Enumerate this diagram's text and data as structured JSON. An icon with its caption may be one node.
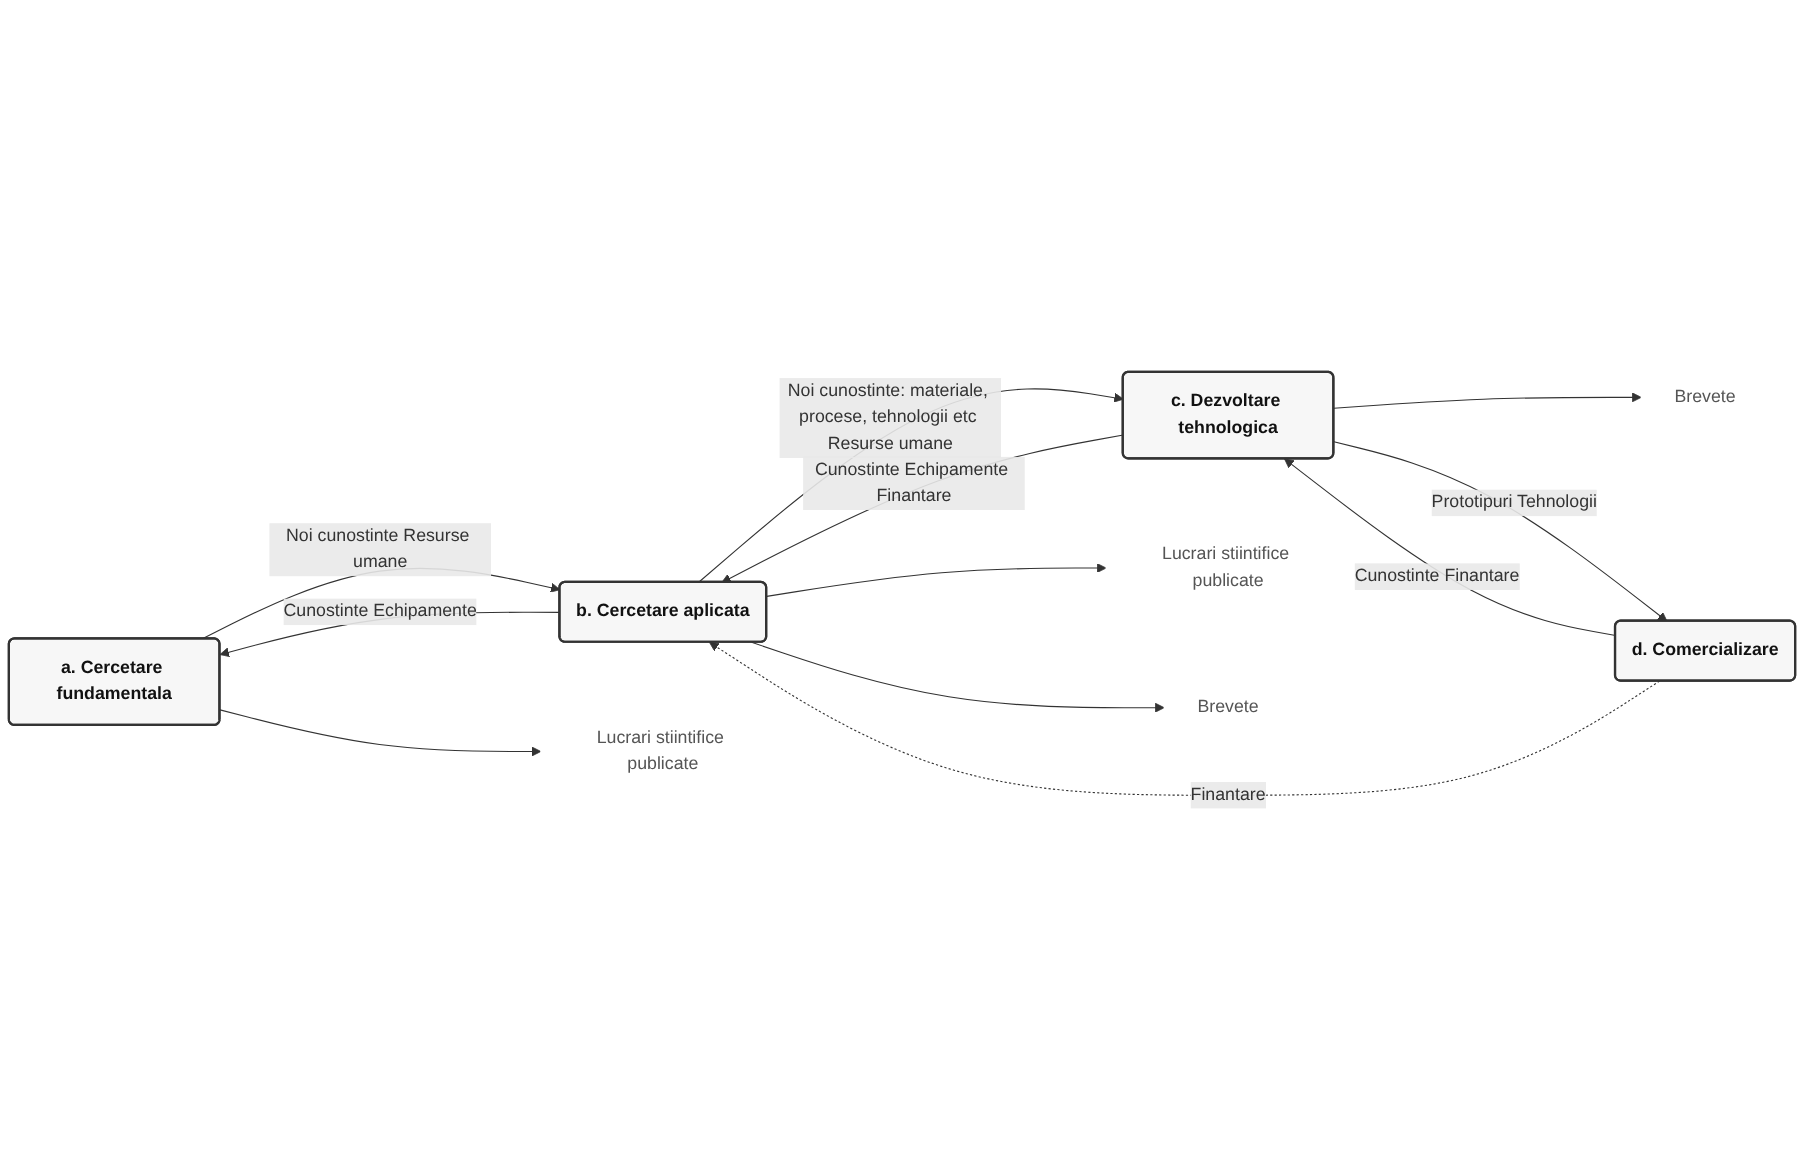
{
  "diagram": {
    "nodes": [
      {
        "text": [
          "a. Cercetare fundamentala"
        ]
      },
      {
        "text": [
          "b. Cercetare aplicata"
        ]
      },
      {
        "text": [
          "c. Dezvoltare tehnologica"
        ]
      },
      {
        "text": [
          "d. Comercializare"
        ]
      },
      {
        "text": [
          "Lucrari stiintifice publicate"
        ]
      },
      {
        "text": [
          "Lucrari stiintifice publicate"
        ]
      },
      {
        "text": [
          "Brevete"
        ]
      },
      {
        "text": [
          "Brevete"
        ]
      }
    ],
    "edges": [
      {
        "from": 0,
        "to": 4,
        "arrow": "to"
      },
      {
        "from": 0,
        "to": 1,
        "arrow": "to",
        "label": "Noi cunostinte Resurse umane"
      },
      {
        "from": 1,
        "to": 0,
        "arrow": "to",
        "label": "Cunostinte Echipamente"
      },
      {
        "from": 1,
        "to": 5,
        "arrow": "to"
      },
      {
        "from": 1,
        "to": 6,
        "arrow": "to"
      },
      {
        "from": 1,
        "to": 2,
        "arrow": "to",
        "label": "Noi cunostinte: materiale, procese, tehnologii etc Resurse umane"
      },
      {
        "from": 2,
        "to": 1,
        "arrow": "to",
        "label": "Cunostinte Echipamente Finantare"
      },
      {
        "from": 2,
        "to": 7,
        "arrow": "to"
      },
      {
        "from": 2,
        "to": 3,
        "arrow": "to",
        "label": "Prototipuri Tehnologii"
      },
      {
        "from": 3,
        "to": 2,
        "arrow": "to",
        "label": "Cunostinte Finantare"
      },
      {
        "from": 3,
        "to": 1,
        "arrow": "to",
        "label": "Finantare",
        "style": "dashed"
      }
    ]
  }
}
